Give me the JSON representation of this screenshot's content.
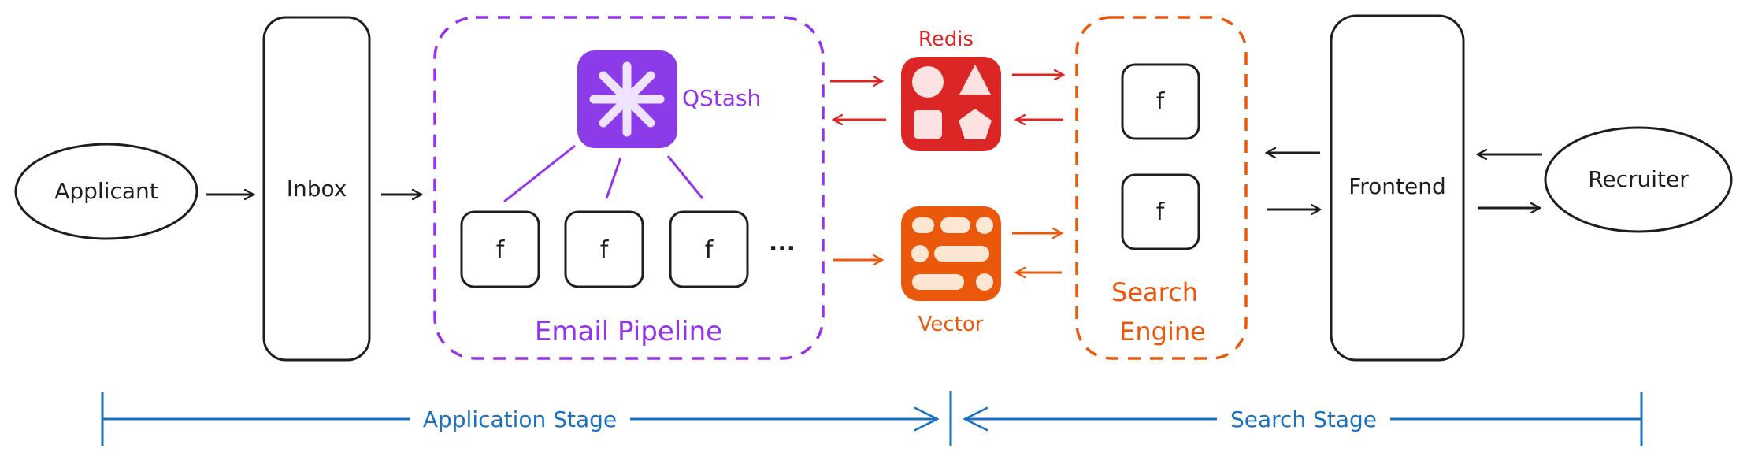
{
  "nodes": {
    "applicant": "Applicant",
    "inbox": "Inbox",
    "qstash": "QStash",
    "email_pipeline": "Email Pipeline",
    "function_label": "f",
    "ellipsis": "...",
    "redis": "Redis",
    "vector": "Vector",
    "search_engine_line1": "Search",
    "search_engine_line2": "Engine",
    "frontend": "Frontend",
    "recruiter": "Recruiter"
  },
  "stages": {
    "application": "Application Stage",
    "search": "Search Stage"
  },
  "colors": {
    "black": "#1e1e1e",
    "purple": "#9333ea",
    "qstash_bg": "#8b3be8",
    "redis_red": "#dc2626",
    "vector_orange": "#ea580c",
    "stage_blue": "#1971c2"
  }
}
